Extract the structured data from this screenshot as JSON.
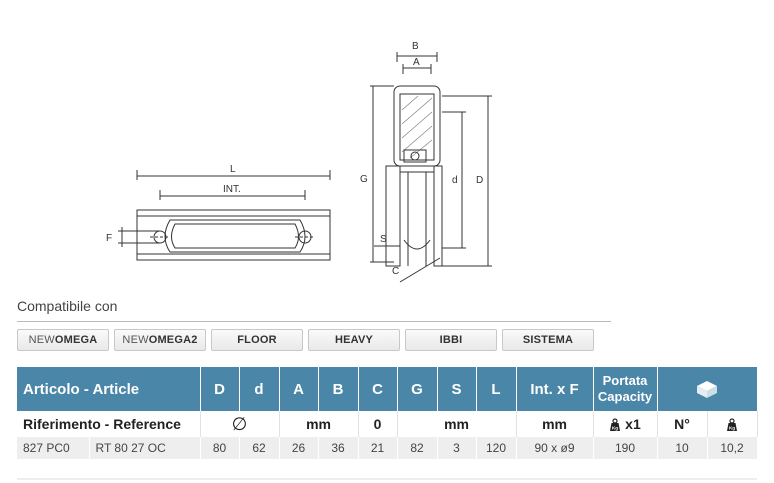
{
  "drawing": {
    "dim_L": "L",
    "dim_INT": "INT.",
    "dim_F": "F",
    "dim_B": "B",
    "dim_A": "A",
    "dim_G": "G",
    "dim_d": "d",
    "dim_D": "D",
    "dim_S": "S",
    "dim_C": "C"
  },
  "compat": {
    "title": "Compatibile con",
    "items": [
      {
        "prefix": "NEW",
        "bold": "OMEGA"
      },
      {
        "prefix": "NEW",
        "bold": "OMEGA2"
      },
      {
        "prefix": "",
        "bold": "FLOOR"
      },
      {
        "prefix": "",
        "bold": "HEAVY"
      },
      {
        "prefix": "",
        "bold": "IBBI"
      },
      {
        "prefix": "",
        "bold": "SISTEMA"
      }
    ]
  },
  "table": {
    "headers": {
      "article": "Articolo - Article",
      "D": "D",
      "d": "d",
      "A": "A",
      "B": "B",
      "C": "C",
      "G": "G",
      "S": "S",
      "L": "L",
      "intxf": "Int. x F",
      "portata": "Portata",
      "capacity": "Capacity"
    },
    "units": {
      "reference": "Riferimento - Reference",
      "diameter": "∅",
      "mm1": "mm",
      "zero": "0",
      "mm2": "mm",
      "mm3": "mm",
      "x1": "x1",
      "n": "N°"
    },
    "row": {
      "code": "827 PC0",
      "ref": "RT 80 27 OC",
      "D": "80",
      "d": "62",
      "A": "26",
      "B": "36",
      "C": "21",
      "G": "82",
      "S": "3",
      "L": "120",
      "intxf": "90 x ø9",
      "capacity": "190",
      "n": "10",
      "kg": "10,2"
    }
  }
}
